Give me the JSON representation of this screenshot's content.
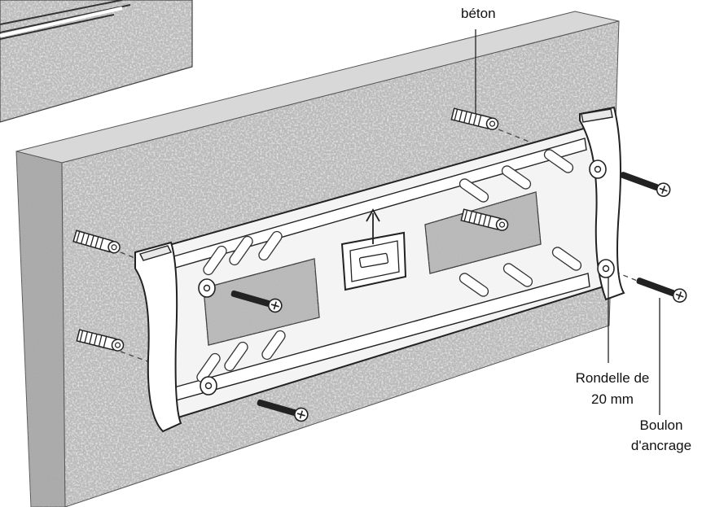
{
  "labels": {
    "concrete": "béton",
    "washer_line1": "Rondelle de",
    "washer_line2": "20 mm",
    "bolt_line1": "Boulon",
    "bolt_line2": "d'ancrage"
  },
  "colors": {
    "wall_base": "#b9b9b9",
    "wall_edge": "#8f8f8f",
    "bracket_fill": "#ffffff",
    "line": "#222222"
  },
  "icons": {
    "anchor": "wall-anchor-icon",
    "bolt": "anchor-bolt-icon",
    "washer": "washer-icon",
    "level": "bubble-level-icon",
    "arrow": "up-arrow-icon"
  }
}
